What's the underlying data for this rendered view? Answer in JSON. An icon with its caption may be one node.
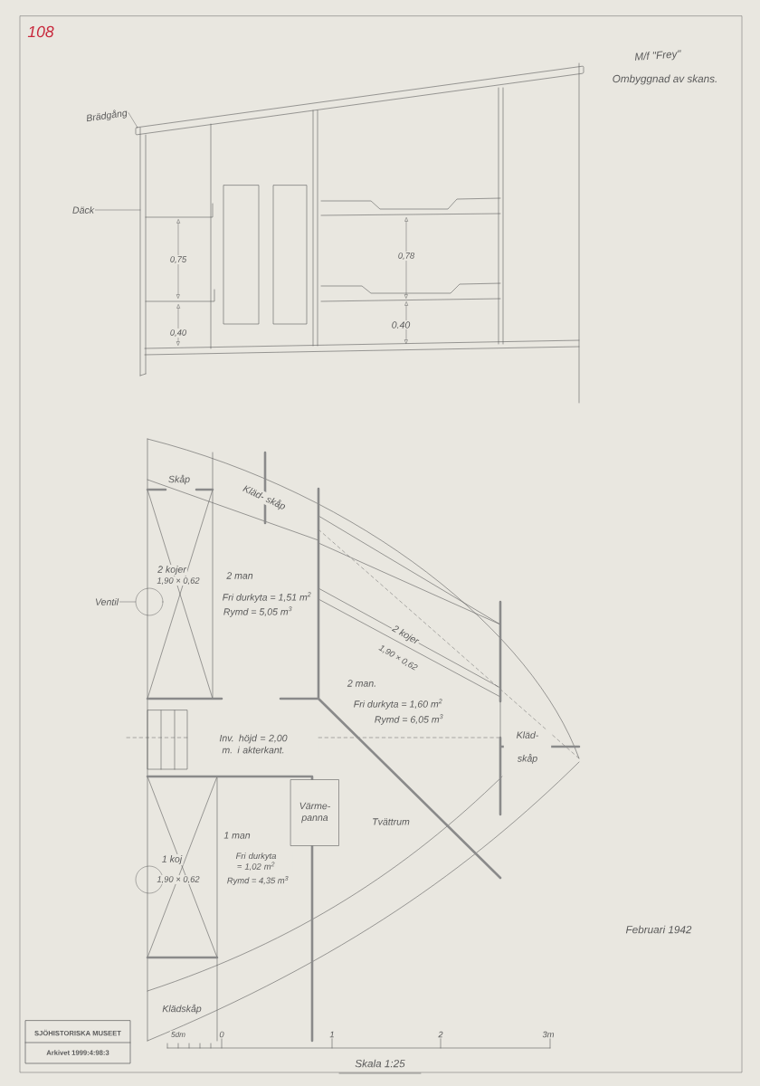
{
  "diagram": {
    "nodes": [
      {
        "text": [
          "Brädgång"
        ]
      },
      {
        "text": [
          "Däck"
        ]
      },
      {
        "text": [
          "Ventil"
        ]
      },
      {
        "text": [],
        "shape": "circle"
      },
      {
        "text": [
          "Värme- panna"
        ]
      },
      {
        "text": [],
        "shape": "circle"
      }
    ],
    "edges": [
      {
        "from": 0,
        "to": null,
        "arrow": "none"
      },
      {
        "from": 1,
        "to": null,
        "arrow": "none"
      },
      {
        "from": 2,
        "to": 3,
        "arrow": "none"
      }
    ],
    "labels": [
      "108",
      "M/f \"Frey\"",
      "Ombyggnad av skans.",
      "0,75",
      "0,40",
      "0,78",
      "0.40",
      "Skåp",
      "Kläd- skåp",
      "2 kojer",
      "1,90 × 0,62",
      "2 man",
      "Fri durkyta = 1,51 m$^{2}$",
      "Rymd = 5,05 m$^{3}$",
      "2 kojer",
      "1,90 × 0,62",
      "2 man.",
      "Fri durkyta = 1,60 m$^{2}$",
      "Rymd = 6,05 m$^{3}$",
      "Inv. höjd = 2,00 m. i akterkant.",
      "Kläd- skåp",
      "Tvättrum",
      "1 man",
      "Fri durkyta = 1,02 m$^{2}$",
      "Rymd = 4,35 m$^{3}$",
      "1 koj",
      "1,90 × 0,62",
      "Klädskåp",
      "Februari 1942",
      "5dm",
      "0",
      "1",
      "2",
      "3m",
      "Skala 1:25",
      "SJÖHISTORISKA MUSEET",
      "Arkivet 1999:4:98:3"
    ]
  }
}
